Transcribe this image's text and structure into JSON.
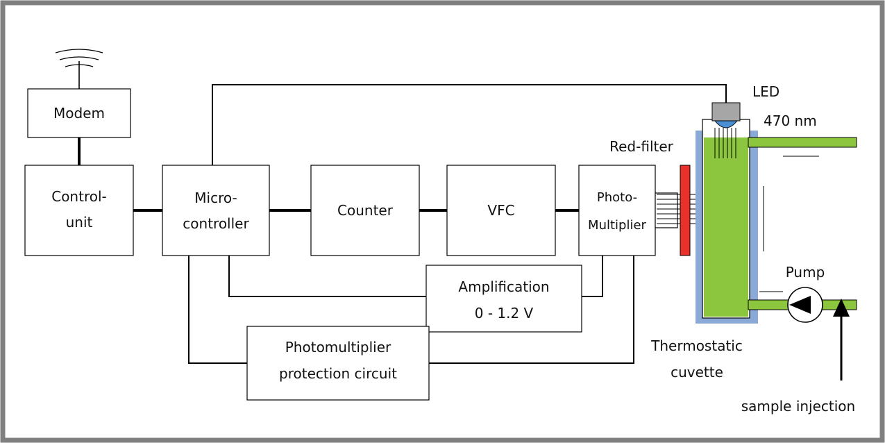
{
  "blocks": {
    "modem": {
      "label": "Modem"
    },
    "control_unit": {
      "line1": "Control-",
      "line2": "unit"
    },
    "microcontroller": {
      "line1": "Micro-",
      "line2": "controller"
    },
    "counter": {
      "label": "Counter"
    },
    "vfc": {
      "label": "VFC"
    },
    "photomultiplier": {
      "line1": "Photo-",
      "line2": "Multiplier"
    },
    "amplification": {
      "line1": "Amplification",
      "line2": "0 - 1.2 V"
    },
    "protection": {
      "line1": "Photomultiplier",
      "line2": "protection circuit"
    }
  },
  "labels": {
    "red_filter": "Red-filter",
    "led": "LED",
    "wavelength": "470 nm",
    "pump": "Pump",
    "cuvette_line1": "Thermostatic",
    "cuvette_line2": "cuvette",
    "sample_injection": "sample injection"
  },
  "colors": {
    "frame": "#7f7f7f",
    "line": "#000000",
    "liquid_green": "#8cc63f",
    "filter_red": "#e8312b",
    "thermostat_blue": "#8aa9d6",
    "led_gray": "#a6a6a6",
    "led_blue": "#4a8fd4"
  }
}
